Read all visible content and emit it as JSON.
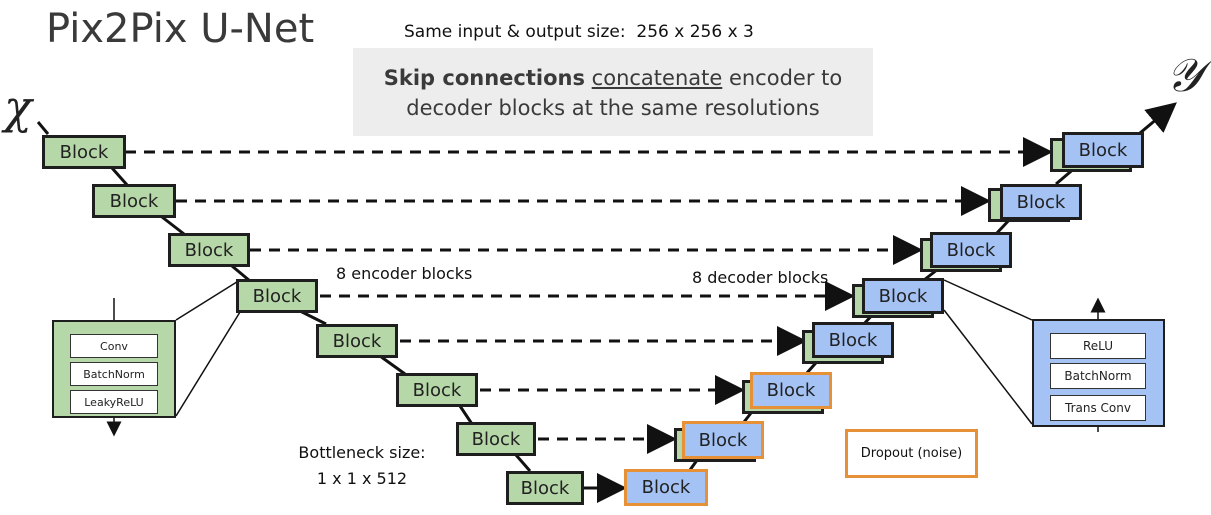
{
  "title": "Pix2Pix U-Net",
  "subtitle": "Same input & output size:  256 x 256 x 3",
  "callout": {
    "bold": "Skip connections",
    "underlined": "concatenate",
    "rest_line1": " encoder to",
    "line2": "decoder blocks at the same resolutions"
  },
  "input_symbol": "χ",
  "output_symbol": "𝒴",
  "block_label": "Block",
  "encoder_label": "8 encoder blocks",
  "decoder_label": "8 decoder blocks",
  "bottleneck": {
    "line1": "Bottleneck size:",
    "line2": "1 x 1 x 512"
  },
  "encoder_detail": [
    "Conv",
    "BatchNorm",
    "LeakyReLU"
  ],
  "decoder_detail": [
    "ReLU",
    "BatchNorm",
    "Trans Conv"
  ],
  "dropout_label": "Dropout (noise)",
  "colors": {
    "encoder_block": "#b6d7a8",
    "decoder_block": "#a4c2f4",
    "dropout_border": "#e69138"
  }
}
